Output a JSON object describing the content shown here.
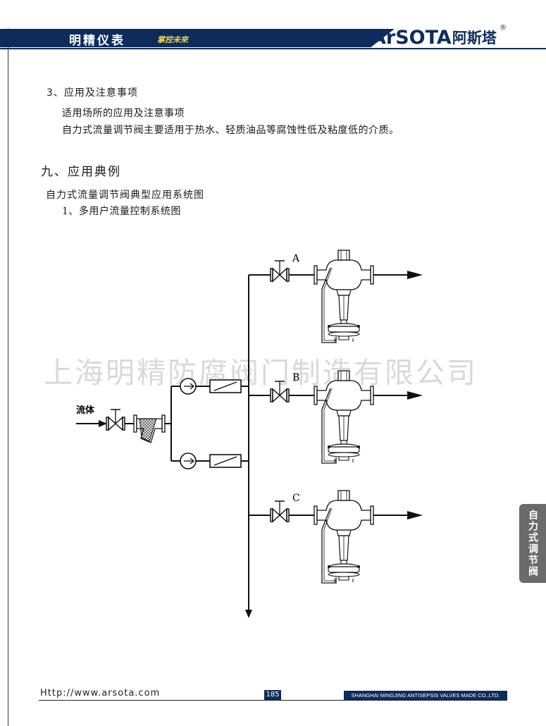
{
  "header": {
    "brand": "明精仪表",
    "slogan": "掌控未來",
    "logo_word": "ArSOTA",
    "logo_cn": "阿斯塔",
    "logo_mark": "®",
    "accent_color": "#0d2c5c",
    "slogan_color": "#f2d24a"
  },
  "content": {
    "section3_title": "3、应用及注意事项",
    "para1": "适用场所的应用及注意事项",
    "para2": "自力式流量调节阀主要适用于热水、轻质油品等腐蚀性低及粘度低的介质。",
    "section9_title": "九、应用典例",
    "diagram_title": "自力式流量调节阀典型应用系统图",
    "diagram_subtitle": "1、多用户流量控制系统图"
  },
  "diagram": {
    "inlet_label": "流体",
    "branch_labels": [
      "A",
      "B",
      "C"
    ]
  },
  "watermark": "上海明精防腐阀门制造有限公司",
  "side_tab": "自力式调节阀",
  "footer": {
    "url": "Http://www.arsota.com",
    "page_number": "185",
    "company": "SHANGHAI MINGJING ANTISEPSIS VALVES MADE CO.,LTD."
  }
}
